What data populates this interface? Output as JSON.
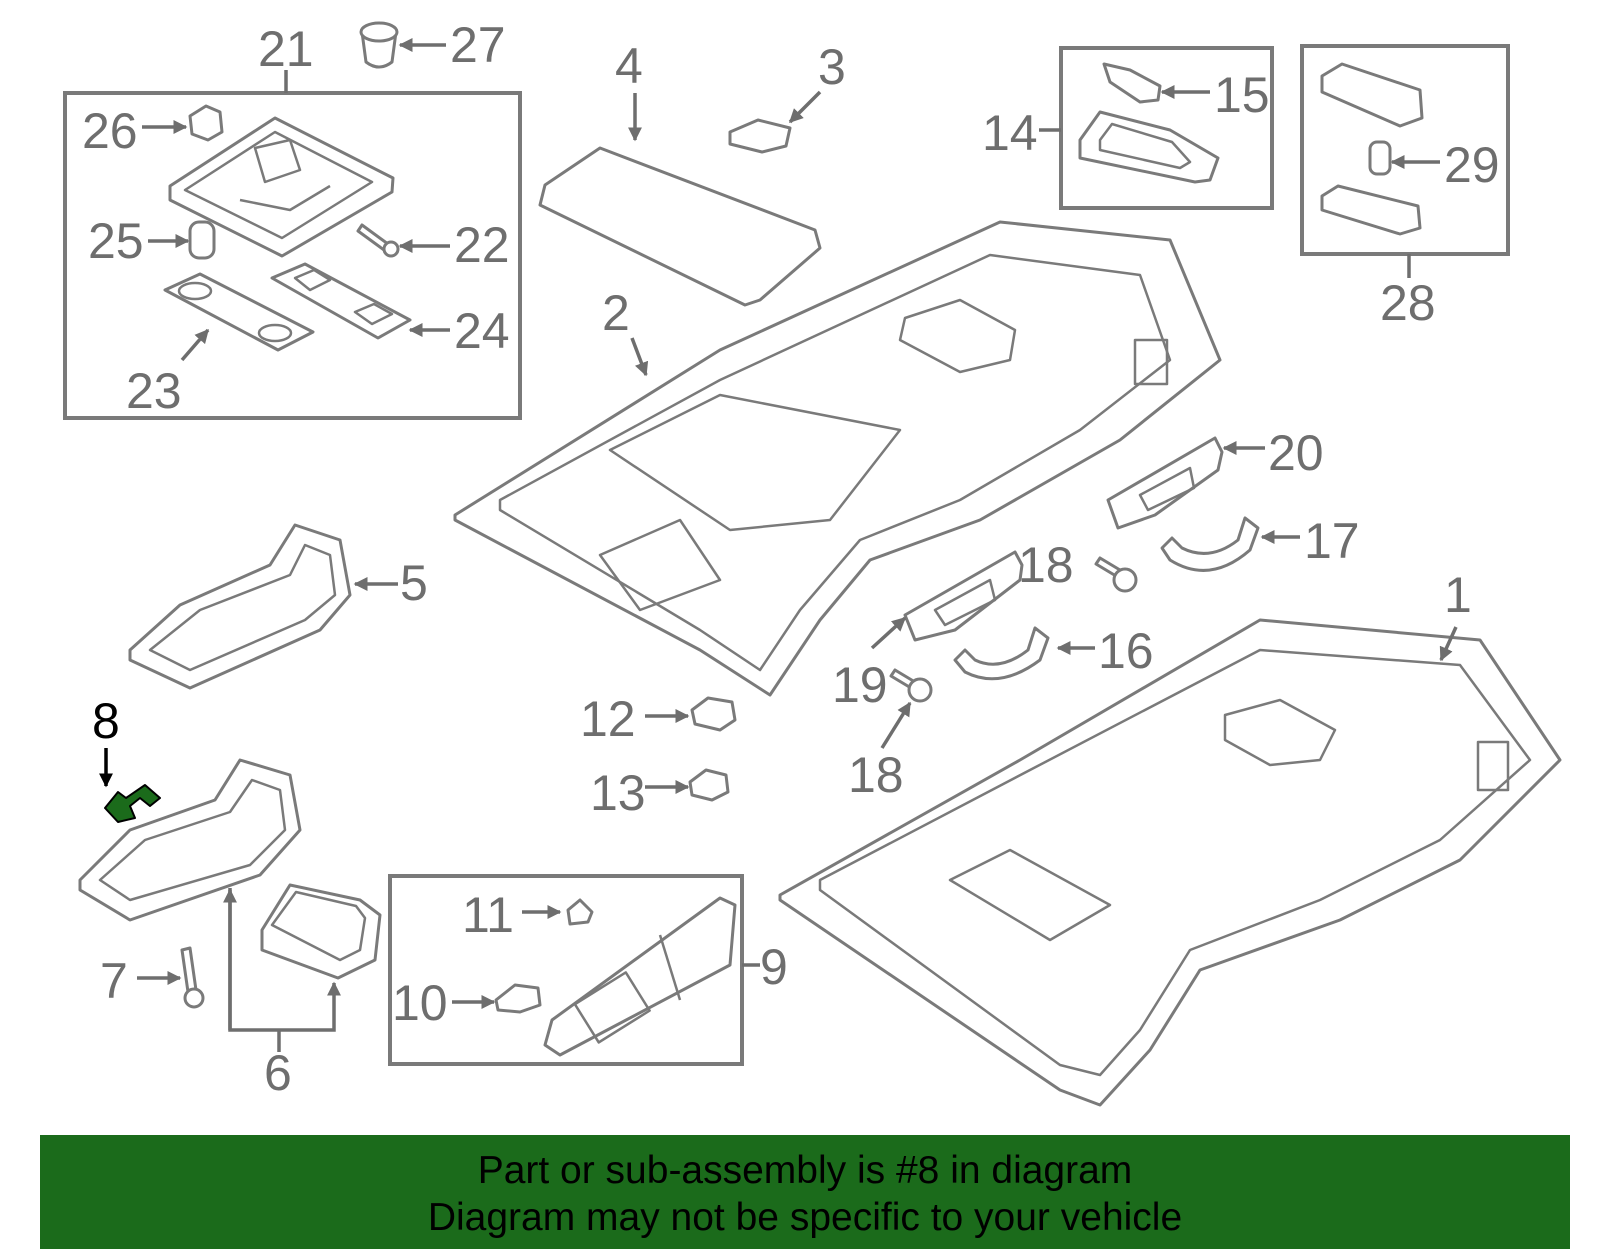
{
  "colors": {
    "line": "#7a7a7a",
    "label": "#6e6e6e",
    "highlight": "#1b6b1b",
    "banner": "#1b6b1b",
    "banner_text": "#000000"
  },
  "callouts": {
    "c1": "1",
    "c2": "2",
    "c3": "3",
    "c4": "4",
    "c5": "5",
    "c6": "6",
    "c7": "7",
    "c8": "8",
    "c9": "9",
    "c10": "10",
    "c11": "11",
    "c12": "12",
    "c13": "13",
    "c14": "14",
    "c15": "15",
    "c16": "16",
    "c17": "17",
    "c18a": "18",
    "c18b": "18",
    "c19": "19",
    "c20": "20",
    "c21": "21",
    "c22": "22",
    "c23": "23",
    "c24": "24",
    "c25": "25",
    "c26": "26",
    "c27": "27",
    "c28": "28",
    "c29": "29"
  },
  "banner": {
    "line1": "Part or sub-assembly is #8 in diagram",
    "line2": "Diagram may not be specific to your vehicle"
  }
}
